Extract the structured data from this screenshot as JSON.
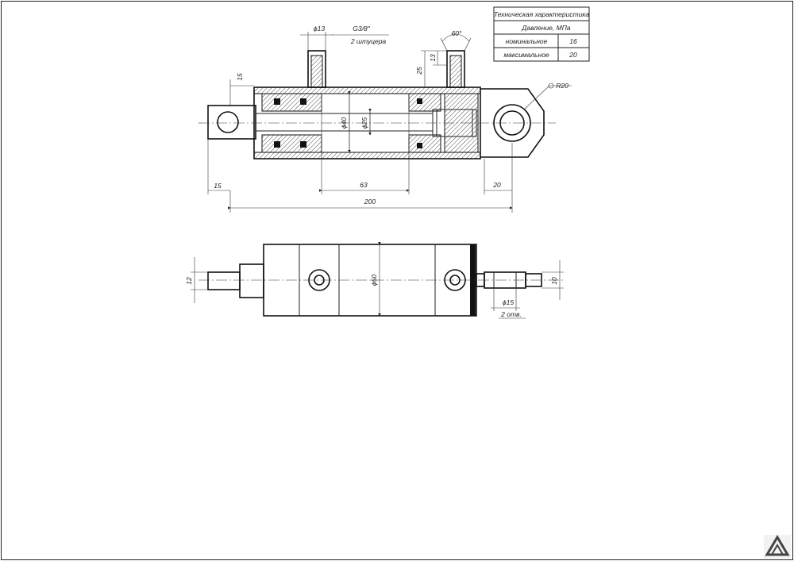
{
  "spec_table": {
    "title": "Техническая характеристика",
    "unit_row": "Давление, МПа",
    "rows": [
      {
        "label": "номинальное",
        "value": "16"
      },
      {
        "label": "максимальное",
        "value": "20"
      }
    ]
  },
  "dimensions_top": {
    "port_diameter": "ϕ13",
    "thread": "G3/8\"",
    "fittings_note": "2 штуцера",
    "angle": "60°",
    "port_height_25": "25",
    "port_height_13": "13",
    "radius": "R20",
    "rod_offset": "15",
    "rod_diameter": "ϕ40",
    "bore_diameter": "ϕ25",
    "left_offset": "15",
    "stroke": "63",
    "eye_offset": "20",
    "overall_length": "200"
  },
  "dimensions_bottom": {
    "shaft_width": "12",
    "body_diameter": "ϕ50",
    "hole_diameter": "ϕ15",
    "holes_note": "2 отв.",
    "tip_width": "10"
  },
  "watermark": {
    "logo_icon": "triangle-logo-icon"
  }
}
